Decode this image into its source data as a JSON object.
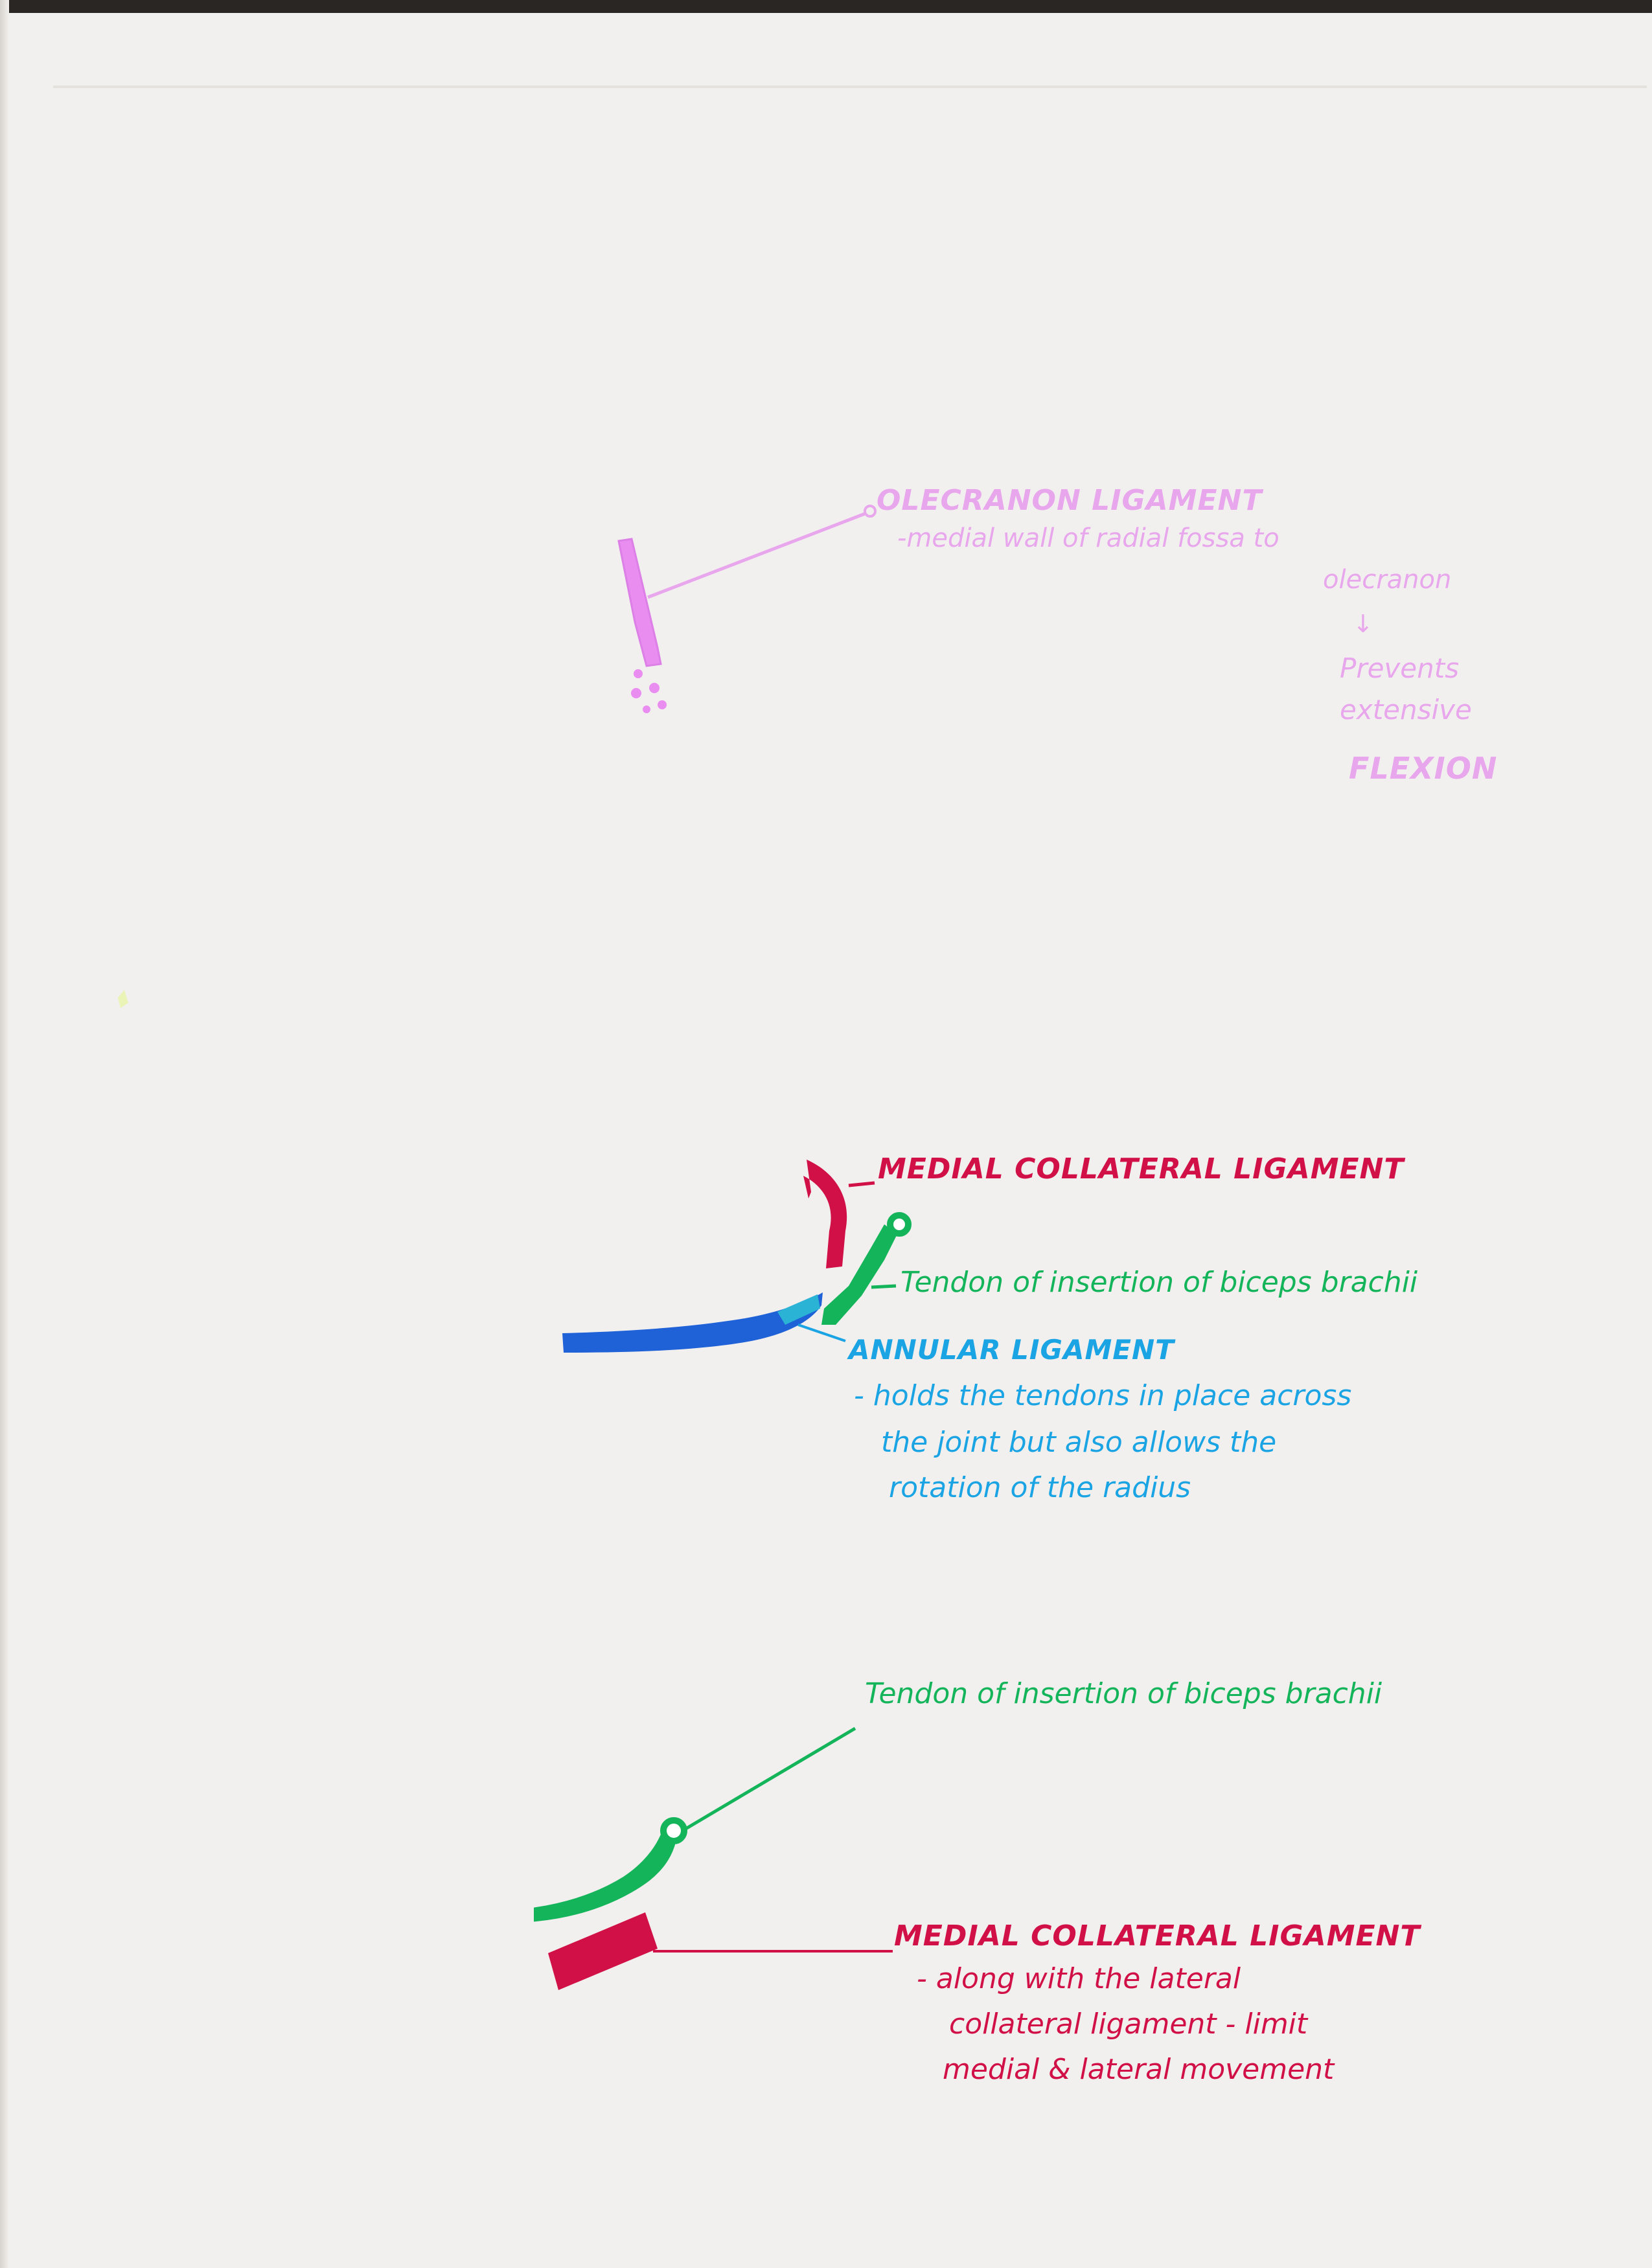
{
  "colors": {
    "paper": "#f2f0ee",
    "pink": "#e8a6ec",
    "red": "#d01046",
    "green": "#14b45a",
    "blue": "#1aa4e4",
    "blue_line": "#1f62d8"
  },
  "olecranon": {
    "title": "OLECRANON LIGAMENT",
    "line1": "-medial wall of radial fossa to",
    "line2": "olecranon",
    "arrow": "↓",
    "line3": "Prevents",
    "line4": "extensive",
    "line5": "FLEXION"
  },
  "diagram_two": {
    "medial_label": "MEDIAL COLLATERAL LIGAMENT",
    "tendon_label": "Tendon of insertion of biceps brachii",
    "annular_title": "ANNULAR LIGAMENT",
    "annular_line1": "- holds the tendons in place across",
    "annular_line2": "the joint but also allows the",
    "annular_line3": "rotation of the radius"
  },
  "diagram_three": {
    "tendon_label": "Tendon of insertion of biceps brachii",
    "medial_title": "MEDIAL COLLATERAL LIGAMENT",
    "medial_line1": "- along with the lateral",
    "medial_line2": "collateral ligament - limit",
    "medial_line3": "medial & lateral movement"
  }
}
